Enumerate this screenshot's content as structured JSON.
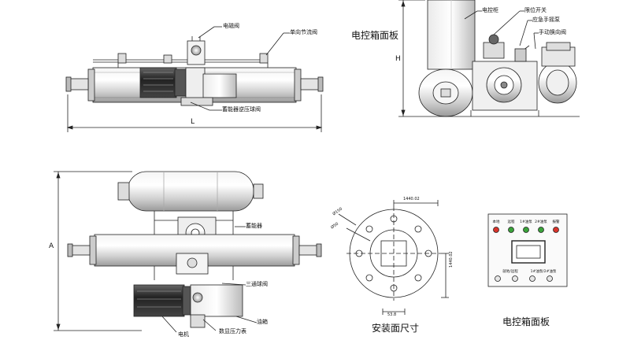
{
  "labels": {
    "solenoid_valve": "电磁阀",
    "check_throttle_valve": "单向节流阀",
    "panel_title_top": "电控箱面板",
    "control_cabinet": "电控柜",
    "limit_switch": "限位开关",
    "emergency_pump": "应急手摇泵",
    "manual_valve": "手动换向阀",
    "accumulator_check_valve": "蓄能器逆压球阀",
    "accumulator": "蓄能器",
    "three_way_valve": "三通球阀",
    "oil_tank": "油箱",
    "pressure_gauge": "数显压力表",
    "motor": "电机",
    "mount_dims_title": "安装面尺寸",
    "panel_title_bottom": "电控箱面板",
    "dim_L": "L",
    "dim_H": "H",
    "dim_A": "A"
  },
  "mount_dims": {
    "top_dim": "1440.02",
    "side_dim": "1440.02",
    "bottom_dim": "53.8",
    "circle_1": "Ø150",
    "circle_2": "Ø50"
  },
  "panel": {
    "top_buttons": [
      "本地",
      "远程",
      "1#油泵",
      "2#油泵",
      "报警"
    ],
    "bottom_buttons": [
      "就地/远程",
      "1#油泵/2#油泵"
    ],
    "top_colors": [
      "#d9342b",
      "#3aa33a",
      "#3aa33a",
      "#3aa33a",
      "#d9342b"
    ]
  }
}
